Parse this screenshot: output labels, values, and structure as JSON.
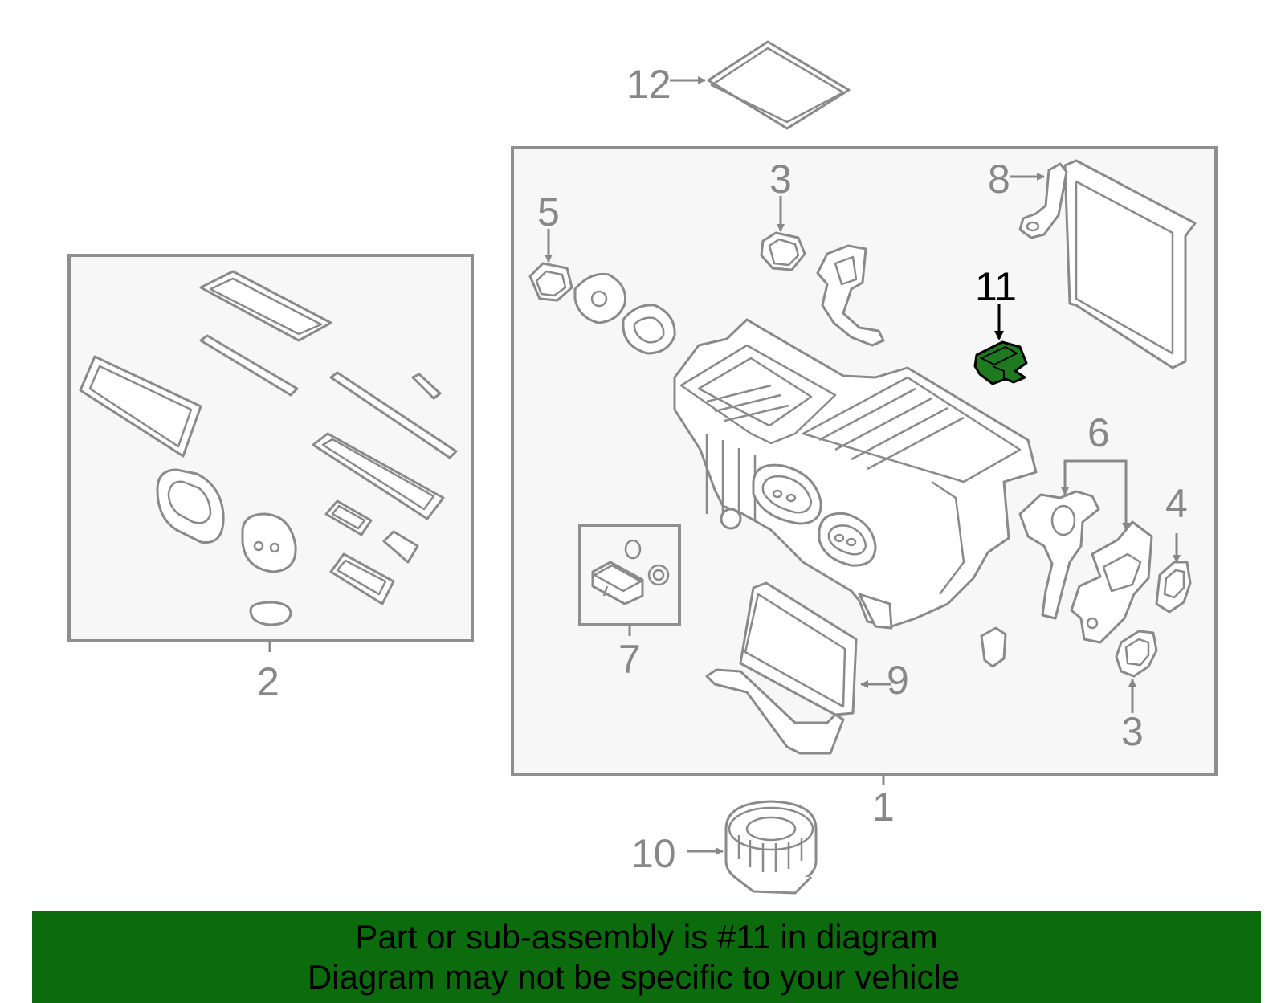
{
  "callouts": {
    "c1": "1",
    "c2": "2",
    "c3a": "3",
    "c3b": "3",
    "c4": "4",
    "c5": "5",
    "c6": "6",
    "c7": "7",
    "c8": "8",
    "c9": "9",
    "c10": "10",
    "c11": "11",
    "c12": "12"
  },
  "highlight": {
    "part_number": "11",
    "color": "#0c6b0c"
  },
  "banner": {
    "line1": "Part or sub-assembly is #11 in diagram",
    "line2": "Diagram may not be specific to your vehicle",
    "background": "#0c6b0c"
  }
}
